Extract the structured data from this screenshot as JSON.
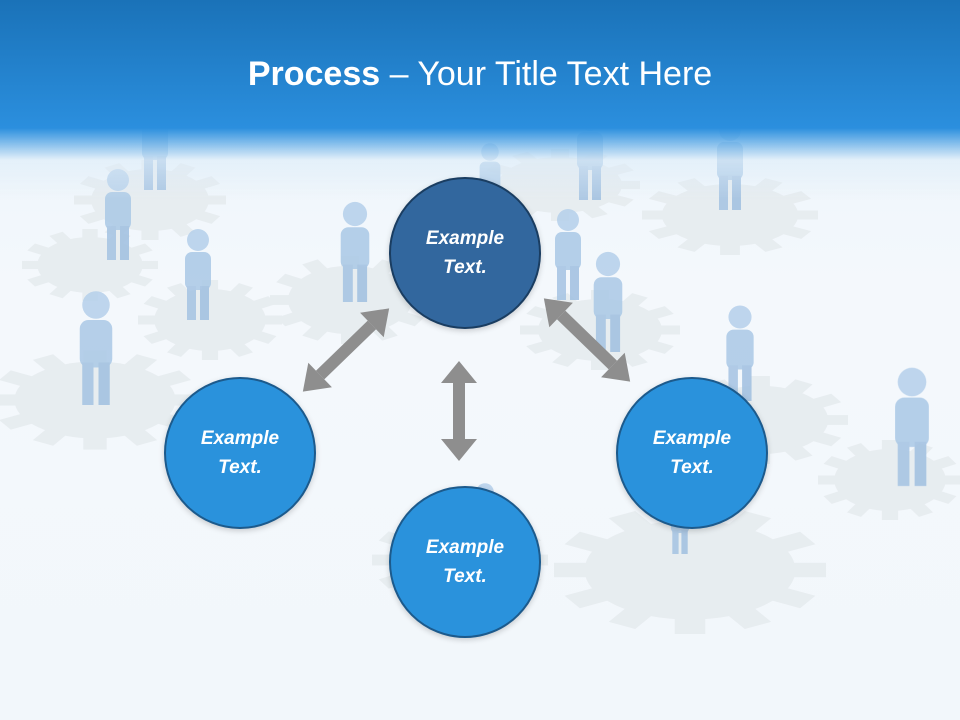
{
  "title": {
    "bold": "Process",
    "rest": " – Your Title Text Here"
  },
  "nodes": [
    {
      "text": "Example Text."
    },
    {
      "text": "Example Text."
    },
    {
      "text": "Example Text."
    },
    {
      "text": "Example Text."
    }
  ],
  "colors": {
    "header": "#2b8fde",
    "node_top": "#32679e",
    "node": "#2a92dc",
    "arrow": "#8e8e8e"
  }
}
